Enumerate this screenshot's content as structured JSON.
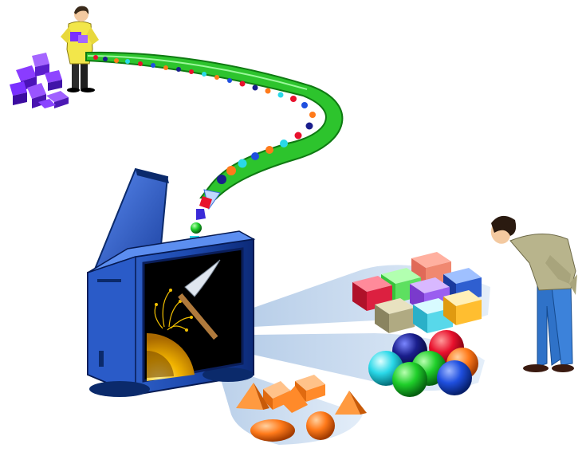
{
  "scene": {
    "colors": {
      "background": "#ffffff",
      "conveyor": "#2dc42d",
      "conveyor_edge": "#0f7a12",
      "machine_blue": "#1f4fae",
      "machine_dark": "#0b2a6b",
      "screen": "#000000",
      "spotlight": "#c8d9ee",
      "raw_blocks": "#7a3cff",
      "orange_shapes": "#ff8a2a"
    },
    "elements": [
      "worker-top-left",
      "raw-purple-blocks",
      "green-conveyor-tube",
      "falling-items",
      "blue-processing-machine",
      "pickaxe-screen-icon",
      "colored-cubes-output",
      "colored-spheres-output",
      "orange-solids-output",
      "man-bending-right"
    ]
  }
}
